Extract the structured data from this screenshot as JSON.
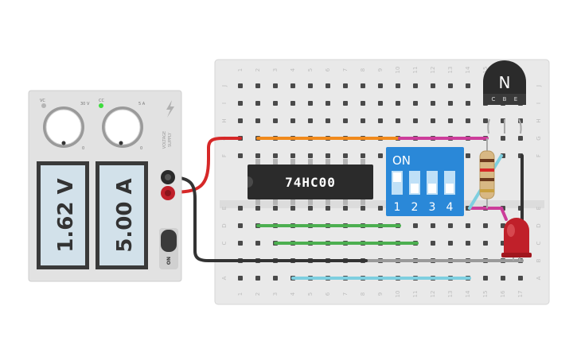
{
  "power_supply": {
    "voltage_display": "1.62 V",
    "current_display": "5.00 A",
    "power_label": "ON",
    "voltage_knob": {
      "label": "VC",
      "max_label": "30 V",
      "min_label": "0"
    },
    "current_knob": {
      "label": "CC",
      "max_label": "5 A",
      "min_label": "0"
    },
    "side_label_1": "VOLTAGE",
    "side_label_2": "SUPPLY",
    "cc_indicator_color": "#3ddc3d"
  },
  "chip": {
    "label": "74HC00"
  },
  "dip_switch": {
    "label": "ON",
    "positions": [
      "1",
      "2",
      "3",
      "4"
    ]
  },
  "transistor": {
    "label": "N",
    "pins": [
      "C",
      "B",
      "E"
    ]
  },
  "breadboard": {
    "column_numbers": [
      "1",
      "2",
      "3",
      "4",
      "5",
      "6",
      "7",
      "8",
      "9",
      "10",
      "11",
      "12",
      "13",
      "14",
      "15",
      "16",
      "17"
    ],
    "row_letters_top": [
      "J",
      "I",
      "H",
      "G",
      "F"
    ],
    "row_letters_bottom": [
      "E",
      "D",
      "C",
      "B",
      "A"
    ]
  },
  "colors": {
    "wire_red": "#d62828",
    "wire_black": "#333333",
    "wire_orange": "#f18a1c",
    "wire_magenta": "#cc3d9a",
    "wire_green": "#4caf50",
    "wire_cyan": "#7ecfe0",
    "dip_blue": "#2a88d8",
    "led_red": "#c0202a"
  }
}
